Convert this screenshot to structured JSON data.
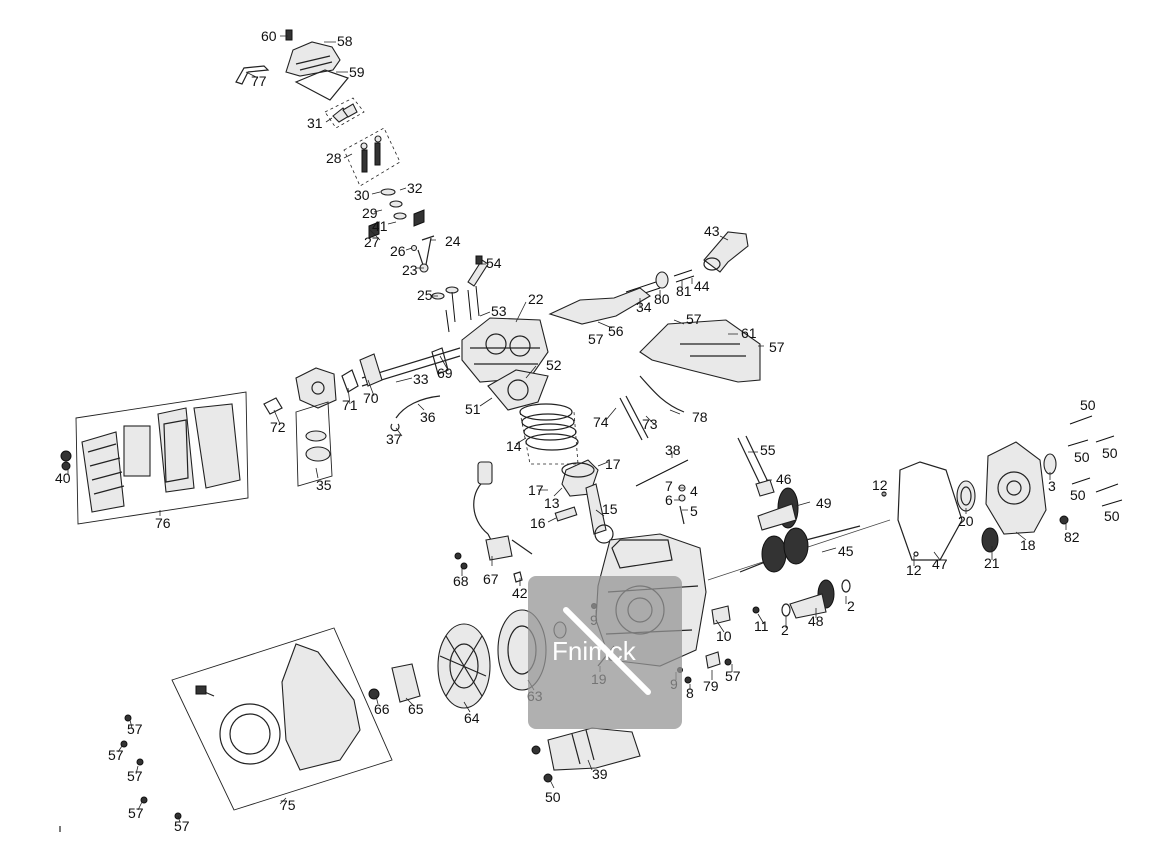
{
  "watermark": {
    "text": "Fnimck"
  },
  "callouts": [
    "60",
    "58",
    "77",
    "59",
    "31",
    "28",
    "30",
    "32",
    "29",
    "41",
    "27",
    "26",
    "24",
    "23",
    "54",
    "25",
    "53",
    "22",
    "43",
    "34",
    "80",
    "81",
    "44",
    "56",
    "57",
    "61",
    "57",
    "57",
    "72",
    "71",
    "70",
    "69",
    "33",
    "51",
    "52",
    "37",
    "36",
    "35",
    "76",
    "40",
    "74",
    "73",
    "78",
    "14",
    "13",
    "17",
    "17",
    "16",
    "15",
    "38",
    "7",
    "4",
    "6",
    "5",
    "55",
    "46",
    "49",
    "12",
    "47",
    "12",
    "20",
    "3",
    "50",
    "50",
    "50",
    "50",
    "50",
    "18",
    "82",
    "21",
    "45",
    "2",
    "48",
    "2",
    "11",
    "10",
    "68",
    "67",
    "42",
    "9",
    "19",
    "9",
    "8",
    "79",
    "57",
    "66",
    "65",
    "64",
    "63",
    "39",
    "50",
    "75",
    "57",
    "57",
    "57",
    "57",
    "57"
  ]
}
